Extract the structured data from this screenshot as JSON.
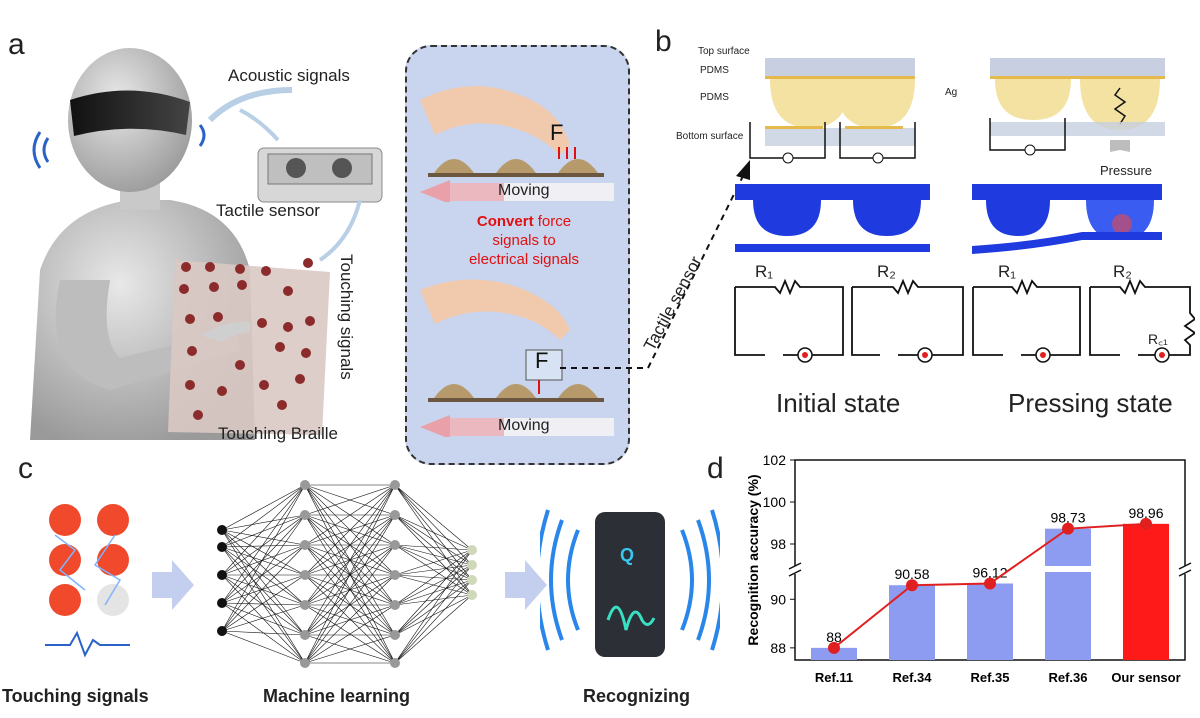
{
  "panel_a": {
    "label": "a",
    "acoustic": "Acoustic signals",
    "tactile_sensor": "Tactile sensor",
    "touching_signals": "Touching signals",
    "touching_braille": "Touching Braille",
    "force_symbol_top": "F",
    "force_symbol_bottom": "F",
    "moving_top": "Moving",
    "moving_bottom": "Moving",
    "convert_bold": "Convert",
    "convert_rest1": " force",
    "convert_rest2": "signals to",
    "convert_rest3": "electrical signals"
  },
  "panel_b": {
    "label": "b",
    "top_surface": "Top surface",
    "pdms_top": "PDMS",
    "pdms_mid": "PDMS",
    "ag": "Ag",
    "bottom_surface": "Bottom surface",
    "pressure": "Pressure",
    "tactile_sensor_rot": "Tactile sensor",
    "r1_a": "R₁",
    "r2_a": "R₂",
    "r1_b": "R₁",
    "r2_b": "R₂",
    "rc1": "R꜀₁",
    "initial_state": "Initial state",
    "pressing_state": "Pressing state"
  },
  "panel_c": {
    "label": "c",
    "touching_signals": "Touching signals",
    "machine_learning": "Machine learning",
    "recognizing": "Recognizing",
    "phone_letter": "Q"
  },
  "panel_d": {
    "label": "d"
  },
  "colors": {
    "bar": "#8d9cf0",
    "highlight_bar": "#ff1a1a",
    "line": "#e02020",
    "blue_sim": "#1f3be0",
    "gold": "#f0d27a"
  },
  "chart_data": {
    "type": "bar",
    "categories": [
      "Ref.11",
      "Ref.34",
      "Ref.35",
      "Ref.36",
      "Our sensor"
    ],
    "values": [
      88,
      90.58,
      96.12,
      98.73,
      98.96
    ],
    "value_labels": [
      "88",
      "90.58",
      "96.12",
      "98.73",
      "98.96"
    ],
    "ylabel": "Recognition accuracy (%)",
    "axis_break": true,
    "lower_ticks": [
      "88",
      "90"
    ],
    "upper_ticks": [
      "98",
      "100",
      "102"
    ],
    "line_overlay": true,
    "highlight": "Our sensor"
  }
}
